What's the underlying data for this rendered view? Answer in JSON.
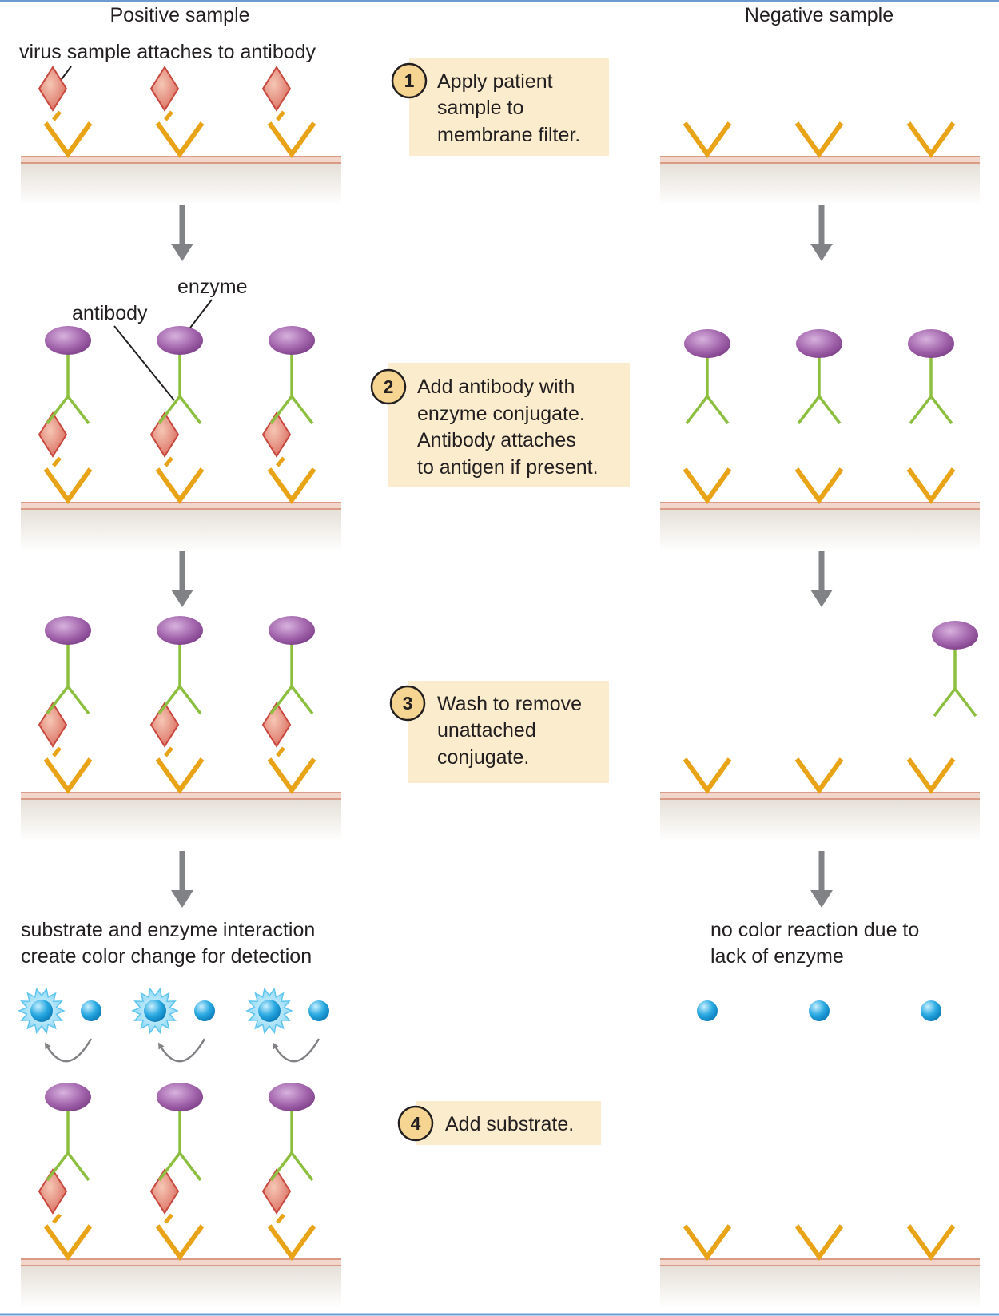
{
  "headers": {
    "positive": "Positive sample",
    "negative": "Negative sample"
  },
  "labels": {
    "virus": "virus sample attaches to antibody",
    "enzyme": "enzyme",
    "antibody": "antibody",
    "positive_result_1": "substrate and enzyme interaction",
    "positive_result_2": "create color change for detection",
    "negative_result_1": "no color reaction due to",
    "negative_result_2": "lack of enzyme"
  },
  "steps": [
    {
      "number": "1",
      "lines": [
        "Apply patient",
        "sample to",
        "membrane filter."
      ]
    },
    {
      "number": "2",
      "lines": [
        "Add antibody with",
        "enzyme conjugate.",
        "Antibody attaches",
        "to antigen if present."
      ]
    },
    {
      "number": "3",
      "lines": [
        "Wash to remove",
        "unattached",
        "conjugate."
      ]
    },
    {
      "number": "4",
      "lines": [
        "Add substrate."
      ]
    }
  ],
  "colors": {
    "frame_line": "#6d9bd1",
    "membrane": "#d99a86",
    "capture_antibody": "#e8a317",
    "antigen": "#d96a5d",
    "detection_antibody": "#8cbf3f",
    "enzyme": "#9b5ba6",
    "substrate": "#29a9e1",
    "step_box": "#fbeccd",
    "step_badge": "#f5d591",
    "arrow": "#808285"
  }
}
